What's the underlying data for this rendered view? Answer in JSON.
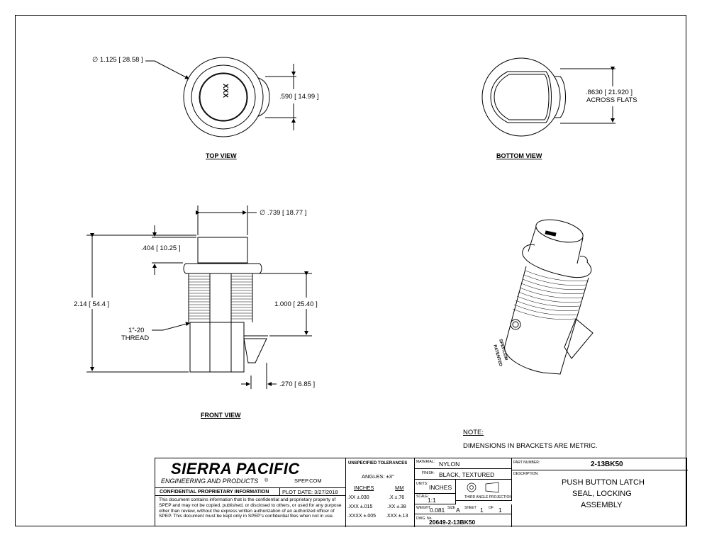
{
  "views": {
    "top": {
      "title": "TOP VIEW",
      "dim_diameter": "∅ 1.125 [ 28.58 ]",
      "dim_height": ".590 [ 14.99 ]",
      "cap_marking": "XXX"
    },
    "bottom": {
      "title": "BOTTOM VIEW",
      "dim_flats_1": ".8630 [ 21.920 ]",
      "dim_flats_2": "ACROSS FLATS"
    },
    "front": {
      "title": "FRONT VIEW",
      "dim_cap_diameter": "∅ .739 [ 18.77 ]",
      "dim_cap_height": ".404 [ 10.25 ]",
      "dim_overall": "2.14 [ 54.4 ]",
      "dim_thread_len": "1.000 [ 25.40 ]",
      "dim_tab": ".270 [ 6.85 ]",
      "thread_callout_1": "1\"-20",
      "thread_callout_2": "THREAD"
    },
    "iso": {
      "marking_1": "SPEP.COM",
      "marking_2": "PATENTED"
    }
  },
  "note": {
    "heading": "NOTE:",
    "text": "DIMENSIONS IN BRACKETS ARE METRIC."
  },
  "title_block": {
    "company": "SIERRA PACIFIC",
    "company_sub": "ENGINEERING AND PRODUCTS",
    "website": "SPEP.COM",
    "confidential_heading": "CONFIDENTIAL PROPRIETARY INFORMATION",
    "plot_date": "PLOT DATE:  3/27/2018",
    "confidential_text": "This document contains information that is the confidential and proprietary property of SPEP and may not be copied, published, or disclosed to others, or used for any purpose  other than review, without the express written authorization of an authorized officer of SPEP. This document must be kept only in SPEP's confidential files when not in use.",
    "tolerances_heading": "UNSPECIFIED TOLERANCES",
    "angles": "ANGLES: ±3°",
    "inches_label": "INCHES",
    "mm_label": "MM",
    "inch_rows": [
      ".XX    ±.030",
      ".XXX   ±.015",
      ".XXXX ±.005"
    ],
    "mm_rows": [
      ".X     ±.76",
      ".XX   ±.38",
      ".XXX ±.13"
    ],
    "material_label": "MATERIAL:",
    "material": "NYLON",
    "finish_label": "FINISH:",
    "finish": "BLACK, TEXTURED",
    "units_label": "UNITS:",
    "units": "INCHES",
    "projection_label": "THIRD ANGLE PROJECTION",
    "scale_label": "SCALE:",
    "scale": "1:1",
    "weight_label": "WEIGHT",
    "weight": "0.081",
    "size_label": "SIZE",
    "size": "A",
    "sheet_label": "SHEET",
    "sheet": "1",
    "of_label": "OF",
    "sheet_total": "1",
    "dwg_label": "DWG. No.",
    "dwg_no": "20649-2-13BK50",
    "part_number_label": "PART NUMBER:",
    "part_number": "2-13BK50",
    "description_label": "DESCRIPTION:",
    "description_lines": [
      "PUSH BUTTON LATCH",
      "SEAL, LOCKING",
      "ASSEMBLY"
    ]
  }
}
